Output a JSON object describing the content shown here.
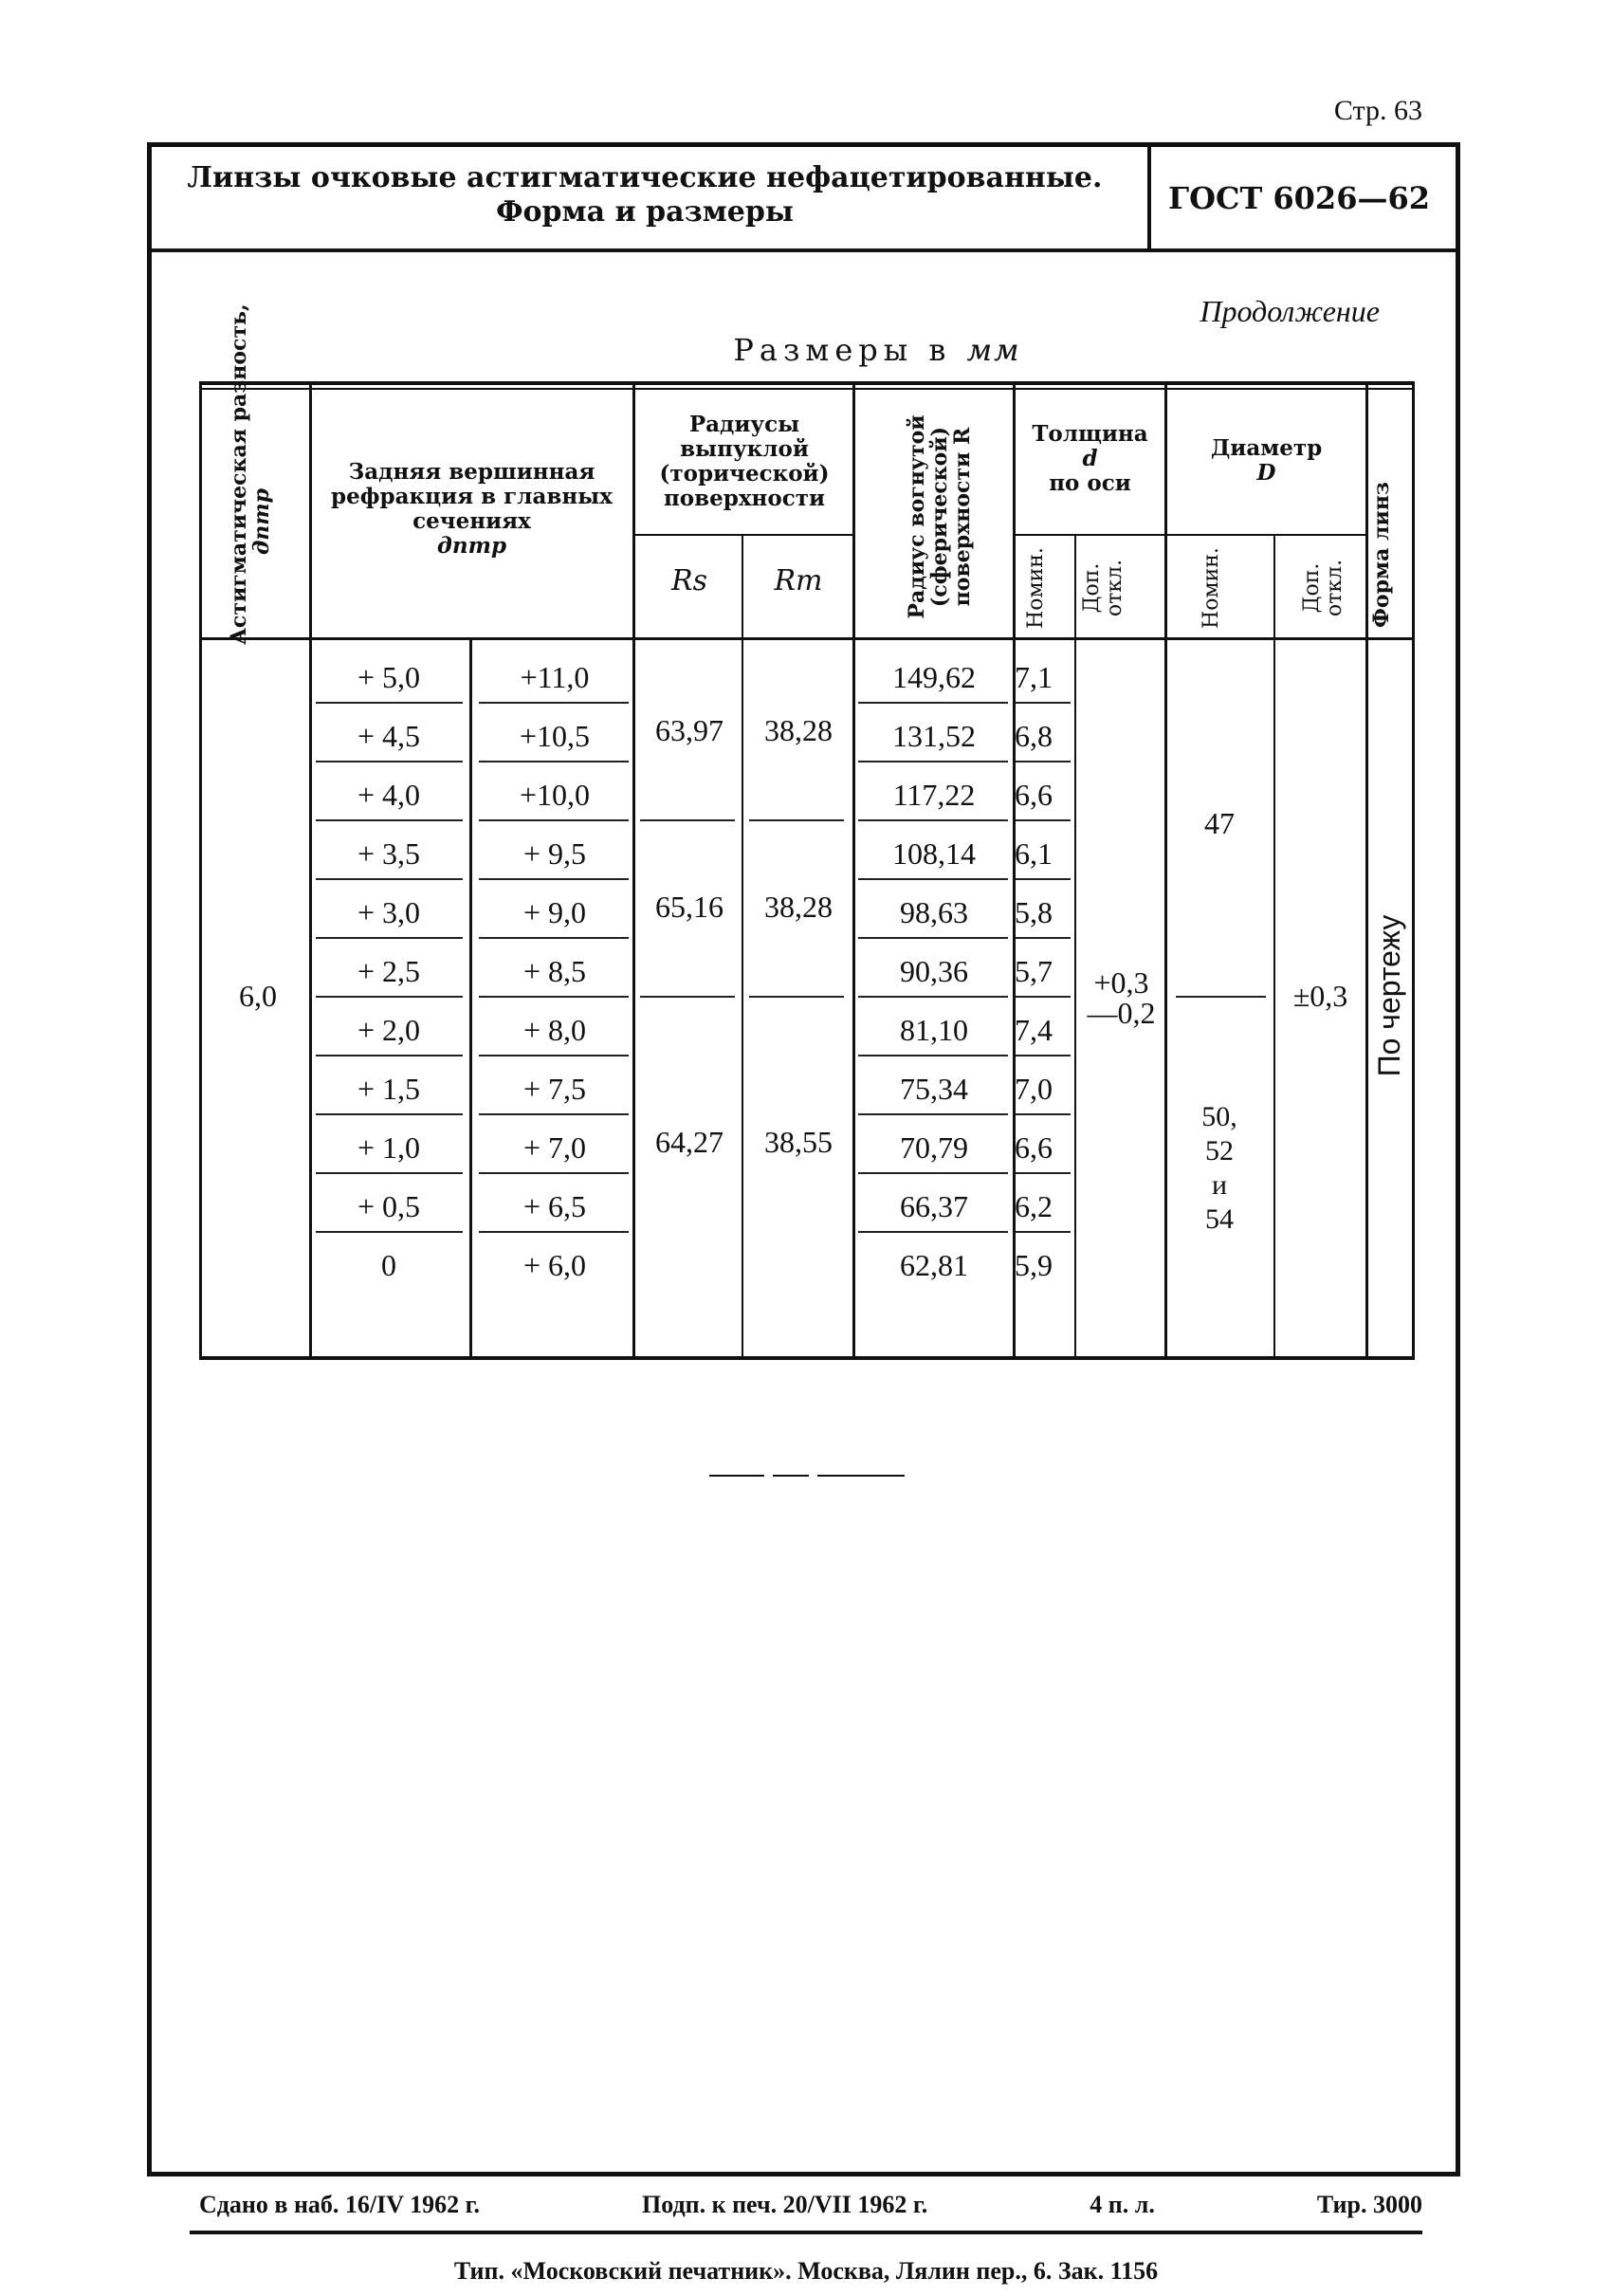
{
  "page_number": "Стр. 63",
  "header": {
    "title_line1": "Линзы очковые астигматические нефацетированные.",
    "title_line2": "Форма и размеры",
    "standard": "ГОСТ 6026—62"
  },
  "continuation": "Продолжение",
  "units_label": "Размеры в",
  "units_unit": "мм",
  "table": {
    "col_headers": {
      "astig": "Астигматическая разность,",
      "astig_unit": "дптр",
      "refraction": "Задняя вершинная рефракция в главных сечениях",
      "refraction_unit": "дптр",
      "radii": "Радиусы выпуклой (торической) поверхности",
      "rs": "Rs",
      "rm": "Rm",
      "concave": "Радиус вогнутой (сферической) поверхности R",
      "thickness_line1": "Толщина",
      "thickness_d": "d",
      "thickness_line2": "по оси",
      "nominal": "Номин.",
      "tolerance": "Доп. откл.",
      "diameter": "Диаметр",
      "diameter_d": "D",
      "lens_shape": "Форма линз"
    },
    "astig_value": "6,0",
    "rows": [
      {
        "r1": "+ 5,0",
        "r2": "+11,0",
        "R": "149,62",
        "d": "7,1"
      },
      {
        "r1": "+ 4,5",
        "r2": "+10,5",
        "R": "131,52",
        "d": "6,8"
      },
      {
        "r1": "+ 4,0",
        "r2": "+10,0",
        "R": "117,22",
        "d": "6,6"
      },
      {
        "r1": "+ 3,5",
        "r2": "+ 9,5",
        "R": "108,14",
        "d": "6,1"
      },
      {
        "r1": "+ 3,0",
        "r2": "+ 9,0",
        "R": "98,63",
        "d": "5,8"
      },
      {
        "r1": "+ 2,5",
        "r2": "+ 8,5",
        "R": "90,36",
        "d": "5,7"
      },
      {
        "r1": "+ 2,0",
        "r2": "+ 8,0",
        "R": "81,10",
        "d": "7,4"
      },
      {
        "r1": "+ 1,5",
        "r2": "+ 7,5",
        "R": "75,34",
        "d": "7,0"
      },
      {
        "r1": "+ 1,0",
        "r2": "+ 7,0",
        "R": "70,79",
        "d": "6,6"
      },
      {
        "r1": "+ 0,5",
        "r2": "+ 6,5",
        "R": "66,37",
        "d": "6,2"
      },
      {
        "r1": "0",
        "r2": "+ 6,0",
        "R": "62,81",
        "d": "5,9"
      }
    ],
    "radii_groups": [
      {
        "rs": "63,97",
        "rm": "38,28"
      },
      {
        "rs": "65,16",
        "rm": "38,28"
      },
      {
        "rs": "64,27",
        "rm": "38,55"
      }
    ],
    "thickness_tolerance_upper": "+0,3",
    "thickness_tolerance_lower": "—0,2",
    "diameter_group1": "47",
    "diameter_group2_line1": "50,",
    "diameter_group2_line2": "52",
    "diameter_group2_line3": "и",
    "diameter_group2_line4": "54",
    "diameter_tolerance": "±0,3",
    "lens_shape_value": "По чертежу"
  },
  "footer": {
    "submitted": "Сдано в наб. 16/IV 1962 г.",
    "signed": "Подп. к печ. 20/VII 1962 г.",
    "sheets": "4 п. л.",
    "circulation": "Тир. 3000",
    "printer": "Тип. «Московский печатник». Москва, Лялин пер., 6. Зак. 1156"
  }
}
